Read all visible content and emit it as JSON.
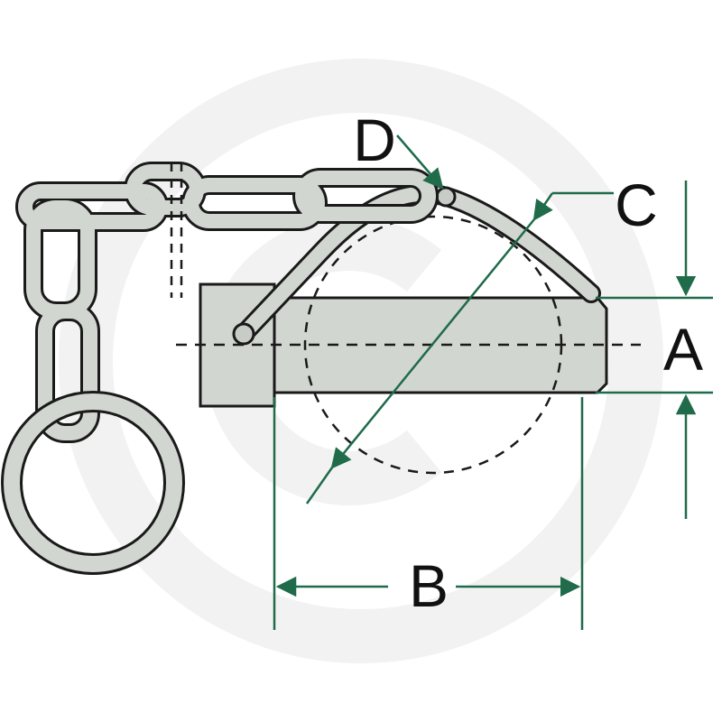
{
  "diagram": {
    "labels": {
      "A": "A",
      "B": "B",
      "C": "C",
      "D": "D"
    },
    "colors": {
      "dimension_line": "#1f6b4a",
      "outline": "#1a1a1a",
      "metal_fill": "#d2d6d0",
      "watermark": "#f2f2f2"
    }
  }
}
